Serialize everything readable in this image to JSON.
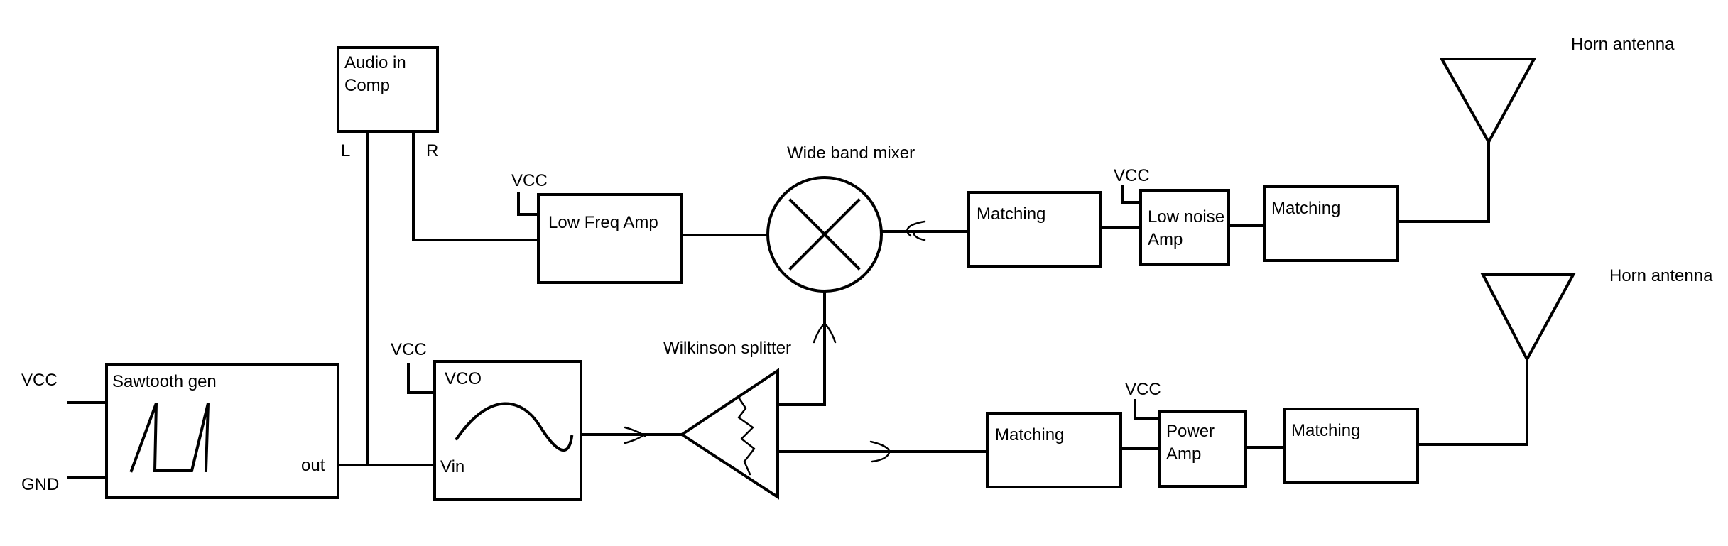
{
  "blocks": {
    "audio_in": {
      "line1": "Audio in",
      "line2": "Comp",
      "left_label": "L",
      "right_label": "R"
    },
    "sawtooth": {
      "label": "Sawtooth gen",
      "out_label": "out"
    },
    "vco": {
      "label": "VCO",
      "in_label": "Vin"
    },
    "lf_amp": {
      "label": "Low Freq Amp"
    },
    "rx_match_1": {
      "label": "Matching"
    },
    "lna": {
      "line1": "Low noise",
      "line2": "Amp"
    },
    "rx_match_2": {
      "label": "Matching"
    },
    "tx_match_1": {
      "label": "Matching"
    },
    "pa": {
      "line1": "Power",
      "line2": "Amp"
    },
    "tx_match_2": {
      "label": "Matching"
    }
  },
  "labels": {
    "vcc_sawtooth": "VCC",
    "gnd_sawtooth": "GND",
    "vcc_vco": "VCC",
    "vcc_lf_amp": "VCC",
    "vcc_lna": "VCC",
    "vcc_pa": "VCC",
    "mixer": "Wide band mixer",
    "splitter": "Wilkinson splitter",
    "horn_rx": "Horn antenna",
    "horn_tx": "Horn antenna"
  }
}
